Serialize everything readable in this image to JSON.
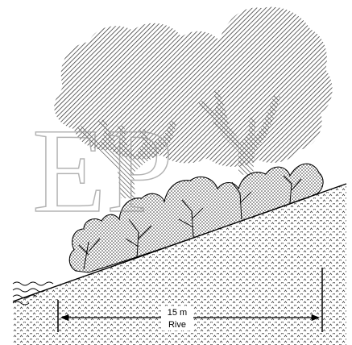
{
  "diagram": {
    "measure": {
      "value": "15 m",
      "caption": "Rive"
    },
    "watermark": "EP",
    "colors": {
      "ink": "#000000",
      "hatch": "#3a3a3a",
      "paper": "#ffffff",
      "watermark": "#9a9a9a"
    }
  }
}
